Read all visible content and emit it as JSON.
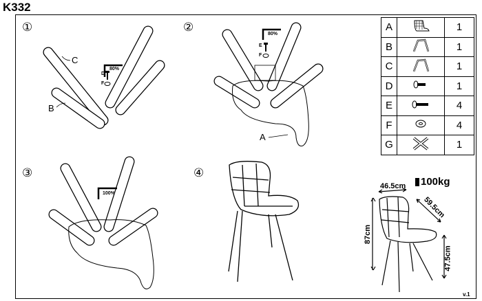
{
  "title": "K332",
  "steps": [
    {
      "number": "①",
      "labels": {
        "c": "C",
        "b": "B"
      },
      "percent": "80%",
      "screw_labels": {
        "d": "D",
        "f": "F"
      }
    },
    {
      "number": "②",
      "labels": {
        "a": "A"
      },
      "percent": "80%",
      "screw_labels": {
        "e": "E",
        "f": "F"
      }
    },
    {
      "number": "③",
      "percent": "100%"
    },
    {
      "number": "④"
    }
  ],
  "parts": [
    {
      "letter": "A",
      "icon": "seat-shell-icon",
      "qty": "1"
    },
    {
      "letter": "B",
      "icon": "leg-frame-icon",
      "qty": "1"
    },
    {
      "letter": "C",
      "icon": "leg-frame-icon",
      "qty": "1"
    },
    {
      "letter": "D",
      "icon": "short-bolt-icon",
      "qty": "1"
    },
    {
      "letter": "E",
      "icon": "long-bolt-icon",
      "qty": "4"
    },
    {
      "letter": "F",
      "icon": "washer-icon",
      "qty": "4"
    },
    {
      "letter": "G",
      "icon": "cross-bracket-icon",
      "qty": "1"
    }
  ],
  "dimensions": {
    "width": "46.5cm",
    "depth": "59.5cm",
    "height": "87cm",
    "seat_height": "47.5cm",
    "max_load": "100kg"
  },
  "version": "v.1"
}
